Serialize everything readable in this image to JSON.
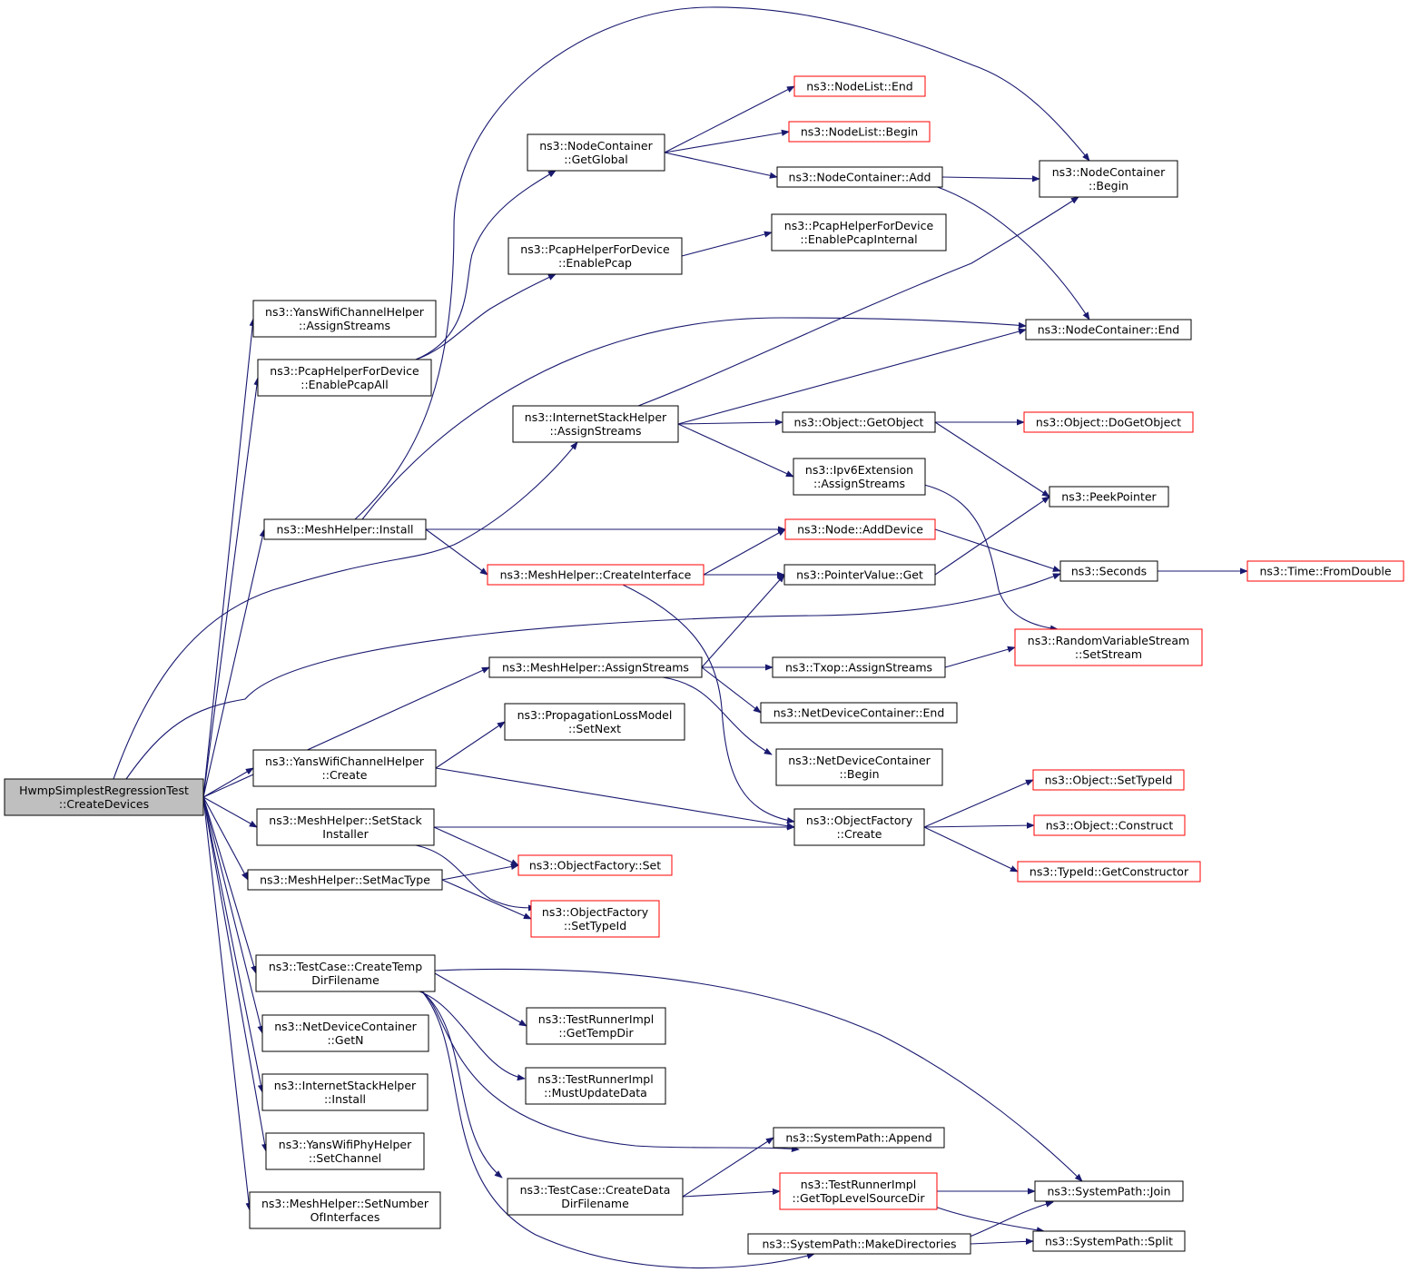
{
  "diagram": {
    "title": "",
    "nodes": [
      {
        "id": "root",
        "lines": [
          "HwmpSimplestRegressionTest",
          "::CreateDevices"
        ],
        "style": "root"
      },
      {
        "id": "yans_ch_assign",
        "lines": [
          "ns3::YansWifiChannelHelper",
          "::AssignStreams"
        ],
        "style": "black"
      },
      {
        "id": "pcap_enable_all",
        "lines": [
          "ns3::PcapHelperForDevice",
          "::EnablePcapAll"
        ],
        "style": "black"
      },
      {
        "id": "mesh_install",
        "lines": [
          "ns3::MeshHelper::Install"
        ],
        "style": "black"
      },
      {
        "id": "inet_assign",
        "lines": [
          "ns3::InternetStackHelper",
          "::AssignStreams"
        ],
        "style": "black"
      },
      {
        "id": "mesh_assign",
        "lines": [
          "ns3::MeshHelper::AssignStreams"
        ],
        "style": "black"
      },
      {
        "id": "yans_ch_create",
        "lines": [
          "ns3::YansWifiChannelHelper",
          "::Create"
        ],
        "style": "black"
      },
      {
        "id": "mesh_set_stack",
        "lines": [
          "ns3::MeshHelper::SetStack",
          "Installer"
        ],
        "style": "black"
      },
      {
        "id": "mesh_set_mac",
        "lines": [
          "ns3::MeshHelper::SetMacType"
        ],
        "style": "black"
      },
      {
        "id": "tc_create_temp",
        "lines": [
          "ns3::TestCase::CreateTemp",
          "DirFilename"
        ],
        "style": "black"
      },
      {
        "id": "ndc_getn",
        "lines": [
          "ns3::NetDeviceContainer",
          "::GetN"
        ],
        "style": "black"
      },
      {
        "id": "inet_install",
        "lines": [
          "ns3::InternetStackHelper",
          "::Install"
        ],
        "style": "black"
      },
      {
        "id": "yans_phy_setch",
        "lines": [
          "ns3::YansWifiPhyHelper",
          "::SetChannel"
        ],
        "style": "black"
      },
      {
        "id": "mesh_set_num",
        "lines": [
          "ns3::MeshHelper::SetNumber",
          "OfInterfaces"
        ],
        "style": "black"
      },
      {
        "id": "nc_getglobal",
        "lines": [
          "ns3::NodeContainer",
          "::GetGlobal"
        ],
        "style": "black"
      },
      {
        "id": "pcap_enable",
        "lines": [
          "ns3::PcapHelperForDevice",
          "::EnablePcap"
        ],
        "style": "black"
      },
      {
        "id": "mesh_create_if",
        "lines": [
          "ns3::MeshHelper::CreateInterface"
        ],
        "style": "red"
      },
      {
        "id": "prop_setnext",
        "lines": [
          "ns3::PropagationLossModel",
          "::SetNext"
        ],
        "style": "black"
      },
      {
        "id": "of_set",
        "lines": [
          "ns3::ObjectFactory::Set"
        ],
        "style": "red"
      },
      {
        "id": "of_settypeid",
        "lines": [
          "ns3::ObjectFactory",
          "::SetTypeId"
        ],
        "style": "red"
      },
      {
        "id": "tc_create_data",
        "lines": [
          "ns3::TestCase::CreateData",
          "DirFilename"
        ],
        "style": "black"
      },
      {
        "id": "nl_end",
        "lines": [
          "ns3::NodeList::End"
        ],
        "style": "red"
      },
      {
        "id": "nl_begin",
        "lines": [
          "ns3::NodeList::Begin"
        ],
        "style": "red"
      },
      {
        "id": "nc_add",
        "lines": [
          "ns3::NodeContainer::Add"
        ],
        "style": "black"
      },
      {
        "id": "pcap_internal",
        "lines": [
          "ns3::PcapHelperForDevice",
          "::EnablePcapInternal"
        ],
        "style": "black"
      },
      {
        "id": "obj_getobject",
        "lines": [
          "ns3::Object::GetObject"
        ],
        "style": "black"
      },
      {
        "id": "ipv6ext_assign",
        "lines": [
          "ns3::Ipv6Extension",
          "::AssignStreams"
        ],
        "style": "black"
      },
      {
        "id": "node_adddevice",
        "lines": [
          "ns3::Node::AddDevice"
        ],
        "style": "red"
      },
      {
        "id": "pv_get",
        "lines": [
          "ns3::PointerValue::Get"
        ],
        "style": "black"
      },
      {
        "id": "txop_assign",
        "lines": [
          "ns3::Txop::AssignStreams"
        ],
        "style": "black"
      },
      {
        "id": "ndc_end",
        "lines": [
          "ns3::NetDeviceContainer::End"
        ],
        "style": "black"
      },
      {
        "id": "ndc_begin",
        "lines": [
          "ns3::NetDeviceContainer",
          "::Begin"
        ],
        "style": "black"
      },
      {
        "id": "of_create",
        "lines": [
          "ns3::ObjectFactory",
          "::Create"
        ],
        "style": "black"
      },
      {
        "id": "tri_gettemp",
        "lines": [
          "ns3::TestRunnerImpl",
          "::GetTempDir"
        ],
        "style": "black"
      },
      {
        "id": "tri_mustupdate",
        "lines": [
          "ns3::TestRunnerImpl",
          "::MustUpdateData"
        ],
        "style": "black"
      },
      {
        "id": "sp_append",
        "lines": [
          "ns3::SystemPath::Append"
        ],
        "style": "black"
      },
      {
        "id": "tri_gettoplevel",
        "lines": [
          "ns3::TestRunnerImpl",
          "::GetTopLevelSourceDir"
        ],
        "style": "red"
      },
      {
        "id": "sp_makedirs",
        "lines": [
          "ns3::SystemPath::MakeDirectories"
        ],
        "style": "black"
      },
      {
        "id": "nc_begin",
        "lines": [
          "ns3::NodeContainer",
          "::Begin"
        ],
        "style": "black"
      },
      {
        "id": "nc_end",
        "lines": [
          "ns3::NodeContainer::End"
        ],
        "style": "black"
      },
      {
        "id": "obj_dogetobject",
        "lines": [
          "ns3::Object::DoGetObject"
        ],
        "style": "red"
      },
      {
        "id": "peekpointer",
        "lines": [
          "ns3::PeekPointer"
        ],
        "style": "black"
      },
      {
        "id": "seconds",
        "lines": [
          "ns3::Seconds"
        ],
        "style": "black"
      },
      {
        "id": "rvs_setstream",
        "lines": [
          "ns3::RandomVariableStream",
          "::SetStream"
        ],
        "style": "red"
      },
      {
        "id": "obj_settypeid",
        "lines": [
          "ns3::Object::SetTypeId"
        ],
        "style": "red"
      },
      {
        "id": "obj_construct",
        "lines": [
          "ns3::Object::Construct"
        ],
        "style": "red"
      },
      {
        "id": "typeid_getctor",
        "lines": [
          "ns3::TypeId::GetConstructor"
        ],
        "style": "red"
      },
      {
        "id": "sp_join",
        "lines": [
          "ns3::SystemPath::Join"
        ],
        "style": "black"
      },
      {
        "id": "sp_split",
        "lines": [
          "ns3::SystemPath::Split"
        ],
        "style": "black"
      },
      {
        "id": "time_fromdouble",
        "lines": [
          "ns3::Time::FromDouble"
        ],
        "style": "red"
      }
    ],
    "edges": [
      [
        "root",
        "yans_ch_assign"
      ],
      [
        "root",
        "pcap_enable_all"
      ],
      [
        "root",
        "mesh_install"
      ],
      [
        "root",
        "inet_assign"
      ],
      [
        "root",
        "seconds"
      ],
      [
        "root",
        "mesh_assign"
      ],
      [
        "root",
        "yans_ch_create"
      ],
      [
        "root",
        "mesh_set_stack"
      ],
      [
        "root",
        "mesh_set_mac"
      ],
      [
        "root",
        "tc_create_temp"
      ],
      [
        "root",
        "ndc_getn"
      ],
      [
        "root",
        "inet_install"
      ],
      [
        "root",
        "yans_phy_setch"
      ],
      [
        "root",
        "mesh_set_num"
      ],
      [
        "pcap_enable_all",
        "nc_getglobal"
      ],
      [
        "pcap_enable_all",
        "pcap_enable"
      ],
      [
        "mesh_install",
        "nc_begin"
      ],
      [
        "mesh_install",
        "nc_end"
      ],
      [
        "mesh_install",
        "node_adddevice"
      ],
      [
        "mesh_install",
        "mesh_create_if"
      ],
      [
        "nc_getglobal",
        "nl_end"
      ],
      [
        "nc_getglobal",
        "nl_begin"
      ],
      [
        "nc_getglobal",
        "nc_add"
      ],
      [
        "nc_add",
        "nc_begin"
      ],
      [
        "nc_add",
        "nc_end"
      ],
      [
        "pcap_enable",
        "pcap_internal"
      ],
      [
        "inet_assign",
        "nc_begin"
      ],
      [
        "inet_assign",
        "nc_end"
      ],
      [
        "inet_assign",
        "obj_getobject"
      ],
      [
        "inet_assign",
        "ipv6ext_assign"
      ],
      [
        "obj_getobject",
        "obj_dogetobject"
      ],
      [
        "obj_getobject",
        "peekpointer"
      ],
      [
        "ipv6ext_assign",
        "rvs_setstream"
      ],
      [
        "mesh_create_if",
        "node_adddevice"
      ],
      [
        "mesh_create_if",
        "pv_get"
      ],
      [
        "mesh_create_if",
        "of_create"
      ],
      [
        "node_adddevice",
        "seconds"
      ],
      [
        "pv_get",
        "peekpointer"
      ],
      [
        "seconds",
        "time_fromdouble"
      ],
      [
        "mesh_assign",
        "pv_get"
      ],
      [
        "mesh_assign",
        "txop_assign"
      ],
      [
        "mesh_assign",
        "ndc_end"
      ],
      [
        "mesh_assign",
        "ndc_begin"
      ],
      [
        "txop_assign",
        "rvs_setstream"
      ],
      [
        "yans_ch_create",
        "prop_setnext"
      ],
      [
        "yans_ch_create",
        "of_create"
      ],
      [
        "mesh_set_stack",
        "of_create"
      ],
      [
        "mesh_set_stack",
        "of_set"
      ],
      [
        "mesh_set_stack",
        "of_settypeid"
      ],
      [
        "mesh_set_mac",
        "of_set"
      ],
      [
        "mesh_set_mac",
        "of_settypeid"
      ],
      [
        "of_create",
        "obj_settypeid"
      ],
      [
        "of_create",
        "obj_construct"
      ],
      [
        "of_create",
        "typeid_getctor"
      ],
      [
        "tc_create_temp",
        "sp_join"
      ],
      [
        "tc_create_temp",
        "tri_gettemp"
      ],
      [
        "tc_create_temp",
        "tri_mustupdate"
      ],
      [
        "tc_create_temp",
        "sp_append"
      ],
      [
        "tc_create_temp",
        "tc_create_data"
      ],
      [
        "tc_create_temp",
        "sp_makedirs"
      ],
      [
        "tc_create_data",
        "sp_append"
      ],
      [
        "tc_create_data",
        "tri_gettoplevel"
      ],
      [
        "tri_gettoplevel",
        "sp_join"
      ],
      [
        "tri_gettoplevel",
        "sp_split"
      ],
      [
        "sp_makedirs",
        "sp_join"
      ],
      [
        "sp_makedirs",
        "sp_split"
      ]
    ]
  }
}
